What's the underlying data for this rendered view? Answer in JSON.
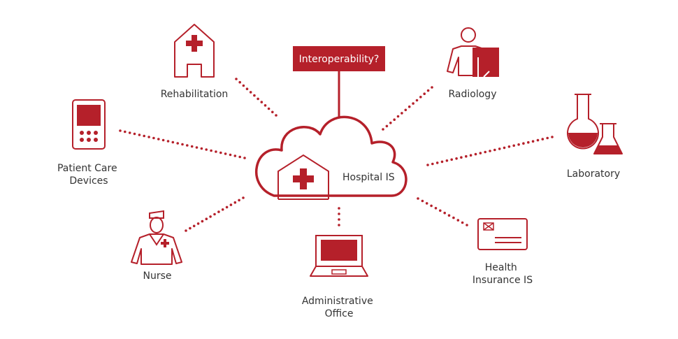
{
  "colors": {
    "accent": "#b5202a",
    "text": "#333333",
    "background": "#ffffff"
  },
  "hub": {
    "label": "Hospital IS",
    "icon": "hospital-building-icon",
    "shape": "cloud-icon"
  },
  "question": {
    "label": "Interoperability?"
  },
  "nodes": [
    {
      "id": "rehabilitation",
      "lines": [
        "Rehabilitation"
      ],
      "icon": "house-cross-icon"
    },
    {
      "id": "radiology",
      "lines": [
        "Radiology"
      ],
      "icon": "x-ray-person-icon"
    },
    {
      "id": "patient-care-devices",
      "lines": [
        "Patient Care",
        "Devices"
      ],
      "icon": "handheld-device-icon"
    },
    {
      "id": "laboratory",
      "lines": [
        "Laboratory"
      ],
      "icon": "lab-flasks-icon"
    },
    {
      "id": "nurse",
      "lines": [
        "Nurse"
      ],
      "icon": "nurse-icon"
    },
    {
      "id": "administrative-office",
      "lines": [
        "Administrative",
        "Office"
      ],
      "icon": "laptop-icon"
    },
    {
      "id": "health-insurance-is",
      "lines": [
        "Health",
        "Insurance IS"
      ],
      "icon": "insurance-card-icon"
    }
  ]
}
